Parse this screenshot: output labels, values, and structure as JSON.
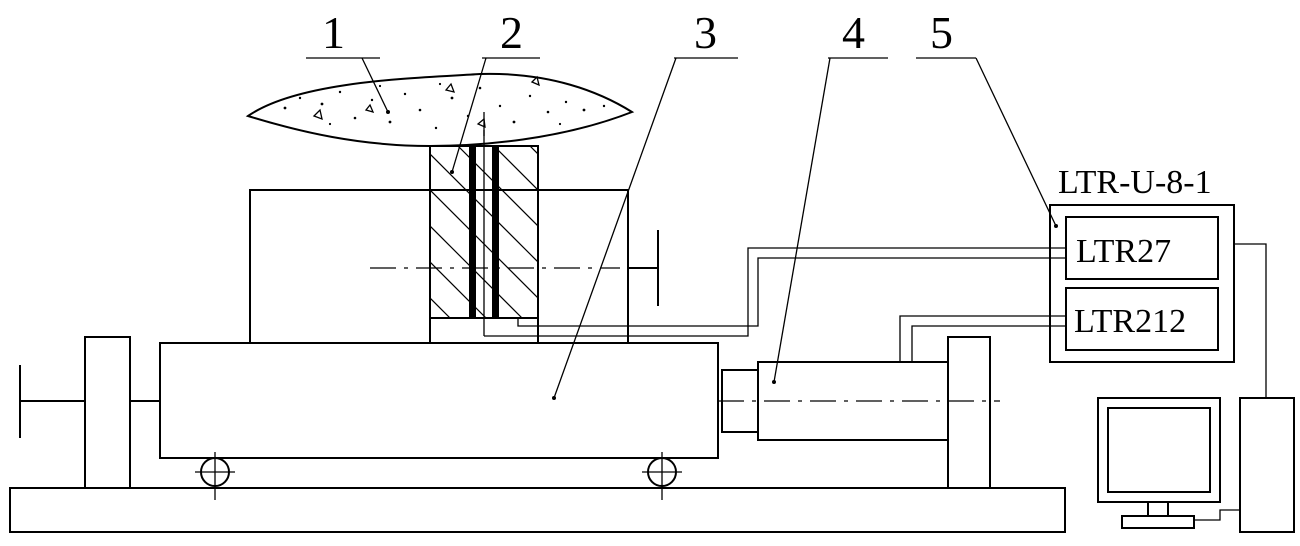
{
  "callouts": [
    "1",
    "2",
    "3",
    "4",
    "5"
  ],
  "device": {
    "title": "LTR-U-8-1",
    "modules": [
      "LTR27",
      "LTR212"
    ]
  }
}
